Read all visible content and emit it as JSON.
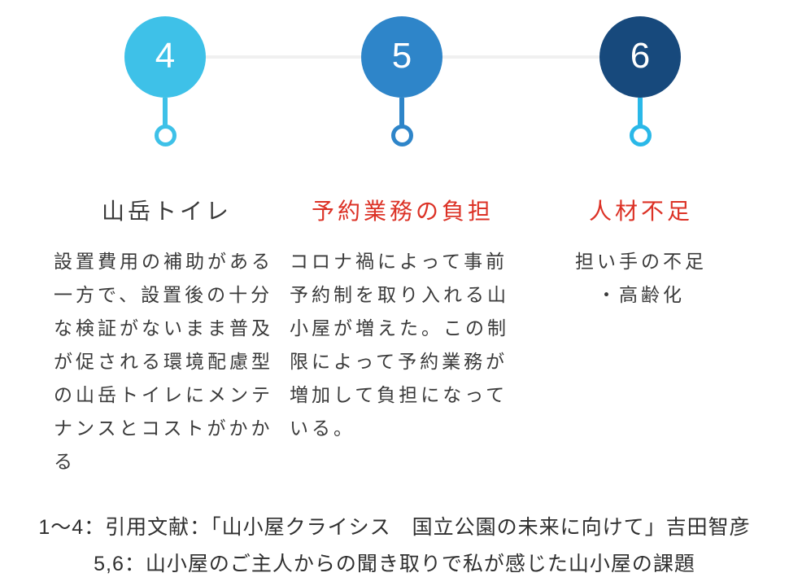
{
  "page": {
    "background": "#ffffff",
    "connector_color": "#f0f0f0"
  },
  "timeline": {
    "steps": [
      {
        "number": "4",
        "circle_color": "#3ec1e8",
        "stem_color": "#3ec1e8",
        "title": "山岳トイレ",
        "title_color": "#3a3a3a",
        "body": "設置費用の補助がある一方で、設置後の十分な検証がないまま普及が促される環境配慮型の山岳トイレにメンテナンスとコストがかかる"
      },
      {
        "number": "5",
        "circle_color": "#2e85c9",
        "stem_color": "#2e85c9",
        "title": "予約業務の負担",
        "title_color": "#dc3226",
        "body": "コロナ禍によって事前予約制を取り入れる山小屋が増えた。この制限によって予約業務が増加して負担になっている。"
      },
      {
        "number": "6",
        "circle_color": "#17497c",
        "stem_color": "#2ab8e8",
        "title": "人材不足",
        "title_color": "#dc3226",
        "body": "担い手の不足\n・高齢化"
      }
    ]
  },
  "footer": {
    "line1": "1〜4：引用文献：「山小屋クライシス　国立公園の未来に向けて」吉田智彦",
    "line2": "5,6：山小屋のご主人からの聞き取りで私が感じた山小屋の課題"
  }
}
